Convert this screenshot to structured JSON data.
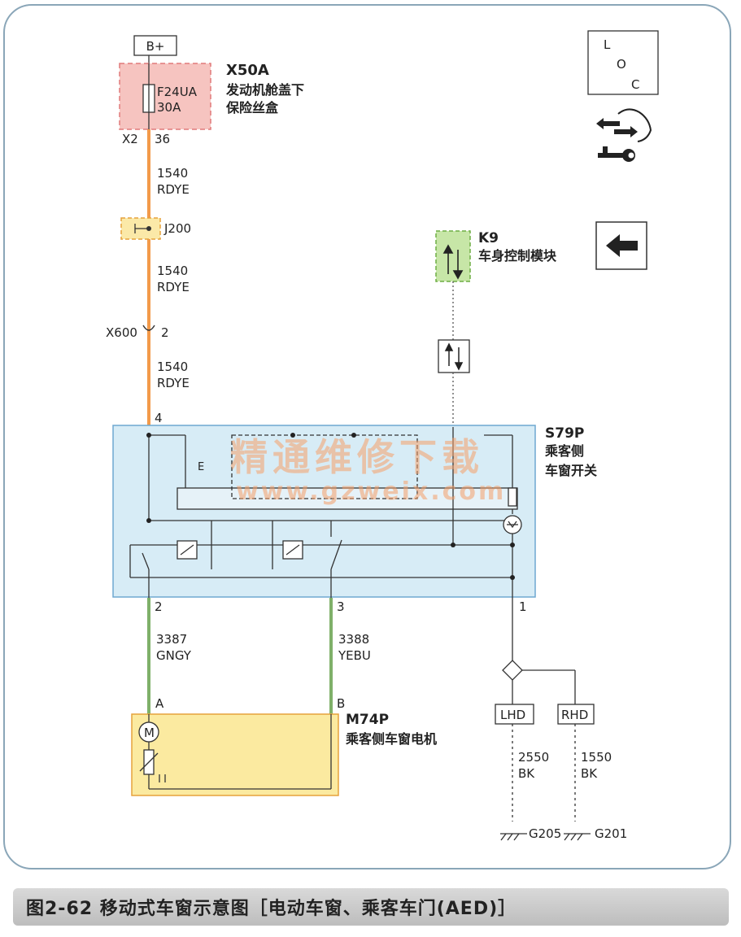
{
  "supply": "B+",
  "fuse_box": {
    "code": "X50A",
    "name_line1": "发动机舱盖下",
    "name_line2": "保险丝盒",
    "fuse_id": "F24UA",
    "fuse_rating": "30A",
    "pin_left": "X2",
    "pin_right": "36"
  },
  "wire_seg1": {
    "gauge": "1540",
    "color": "RDYE"
  },
  "splice": "J200",
  "wire_seg2": {
    "gauge": "1540",
    "color": "RDYE"
  },
  "connector_x600": {
    "id": "X600",
    "pin": "2"
  },
  "wire_seg3": {
    "gauge": "1540",
    "color": "RDYE"
  },
  "module_k9": {
    "code": "K9",
    "name": "车身控制模块"
  },
  "switch_s79p": {
    "code": "S79P",
    "name_line1": "乘客侧",
    "name_line2": "车窗开关",
    "pin_top": "4",
    "pin_a": "2",
    "pin_b": "3",
    "pin_c": "1",
    "label_e": "E"
  },
  "wire_a": {
    "gauge": "3387",
    "color": "GNGY"
  },
  "wire_b": {
    "gauge": "3388",
    "color": "YEBU"
  },
  "motor_m74p": {
    "code": "M74P",
    "name": "乘客侧车窗电机",
    "pin_a": "A",
    "pin_b": "B",
    "symbol": "M"
  },
  "ground_branch": {
    "lhd": "LHD",
    "rhd": "RHD",
    "lhd_wire": {
      "gauge": "2550",
      "color": "BK"
    },
    "rhd_wire": {
      "gauge": "1550",
      "color": "BK"
    },
    "g_left": "G205",
    "g_right": "G201"
  },
  "loc_box": {
    "l": "L",
    "o": "O",
    "c": "C"
  },
  "watermark": {
    "line1": "精通维修下载",
    "line2": "www.gzweix.com"
  },
  "caption": "图2-62   移动式车窗示意图［电动车窗、乘客车门(AED)］",
  "icons": [
    "arrows-hand-icon",
    "wrench-icon",
    "back-arrow-icon",
    "bidirectional-arrow-icon"
  ],
  "colors": {
    "wire_red_yellow": "#f39a4a",
    "wire_green": "#7fb069",
    "fuse_fill": "#f6c4c0",
    "module_fill": "#c7e6a7",
    "switch_fill": "#d7ecf6",
    "motor_fill": "#fbeaa0"
  }
}
